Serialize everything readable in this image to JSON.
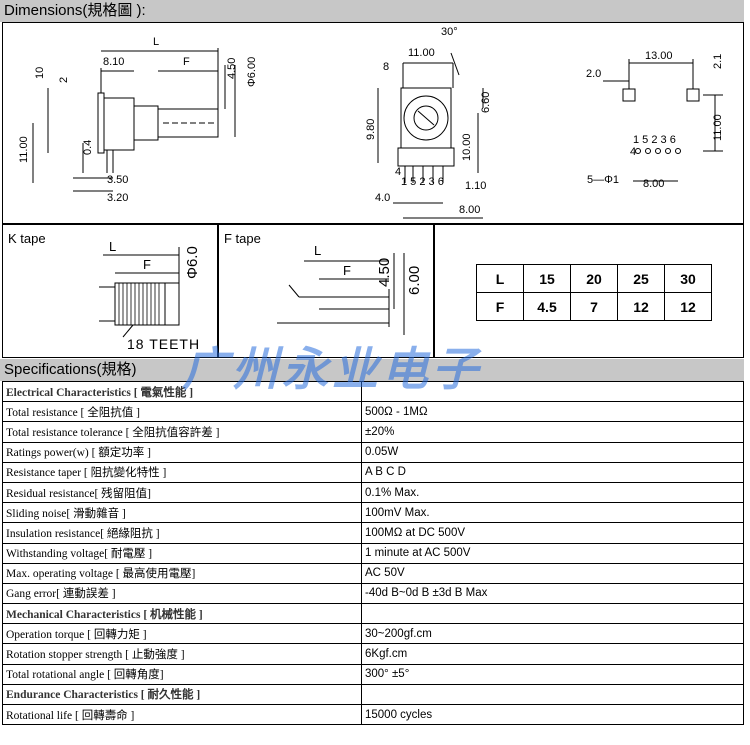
{
  "headers": {
    "dimensions": "Dimensions(規格圖 ):",
    "specifications": "Specifications(規格)"
  },
  "watermark": "广州永业电子",
  "side_view": {
    "L": "L",
    "F": "F",
    "d1": "10",
    "d2": "2",
    "d3": "8.10",
    "d4": "4.50",
    "d5": "Φ6.00",
    "d6": "11.00",
    "d7": "0.4",
    "d8": "3.50",
    "d9": "3.20"
  },
  "front_view": {
    "angle": "30°",
    "d1": "11.00",
    "d2": "8",
    "d3": "9.80",
    "d4": "6.60",
    "d5": "10.00",
    "d6": "1.10",
    "d7": "4.0",
    "d8": "8.00",
    "pins": "1 5 2 3 6",
    "pin4": "4"
  },
  "pcb_view": {
    "d1": "13.00",
    "d2": "2.0",
    "d3": "2.1",
    "d4": "11.00",
    "d5": "8.00",
    "pins_top": "1 5 2 3 6",
    "pin4": "4",
    "holes": "5—Φ1"
  },
  "k_tape": {
    "label": "K tape",
    "L": "L",
    "F": "F",
    "dia": "Φ6.0",
    "teeth": "18 TEETH"
  },
  "f_tape": {
    "label": "F tape",
    "L": "L",
    "F": "F",
    "d1": "4.50",
    "d2": "6.00"
  },
  "lf_table": {
    "rows": [
      [
        "L",
        "15",
        "20",
        "25",
        "30"
      ],
      [
        "F",
        "4.5",
        "7",
        "12",
        "12"
      ]
    ]
  },
  "specs": [
    {
      "section": "Electrical Characteristics [ 電氣性能 ]"
    },
    {
      "k": "Total resistance [ 全阻抗值 ]",
      "v": "500Ω - 1MΩ"
    },
    {
      "k": "Total resistance tolerance [ 全阻抗值容許差 ]",
      "v": "±20%"
    },
    {
      "k": "Ratings power(w) [ 額定功率 ]",
      "v": "0.05W"
    },
    {
      "k": "Resistance taper [ 阻抗變化特性 ]",
      "v": "A  B  C  D"
    },
    {
      "k": "Residual resistance[ 残留阻值]",
      "v": "0.1% Max."
    },
    {
      "k": "Sliding noise[ 滑動雜音 ]",
      "v": "100mV  Max."
    },
    {
      "k": "Insulation resistance[ 絕緣阻抗 ]",
      "v": "100MΩ at DC 500V"
    },
    {
      "k": "Withstanding voltage[ 耐電壓 ]",
      "v": "1 minute at AC 500V"
    },
    {
      "k": "Max. operating voltage [ 最高使用電壓]",
      "v": "AC 50V"
    },
    {
      "k": "Gang error[ 連動誤差 ]",
      "v": "-40d B~0d B   ±3d B Max"
    },
    {
      "section": "Mechanical Characteristics [ 机械性能 ]"
    },
    {
      "k": "Operation torque [ 回轉力矩 ]",
      "v": "30~200gf.cm"
    },
    {
      "k": "Rotation stopper strength [ 止動強度 ]",
      "v": "6Kgf.cm"
    },
    {
      "k": "Total rotational angle [ 回轉角度]",
      "v": "300° ±5°"
    },
    {
      "section": "Endurance Characteristics [ 耐久性能 ]"
    },
    {
      "k": "Rotational life [ 回轉壽命 ]",
      "v": "15000 cycles"
    }
  ]
}
